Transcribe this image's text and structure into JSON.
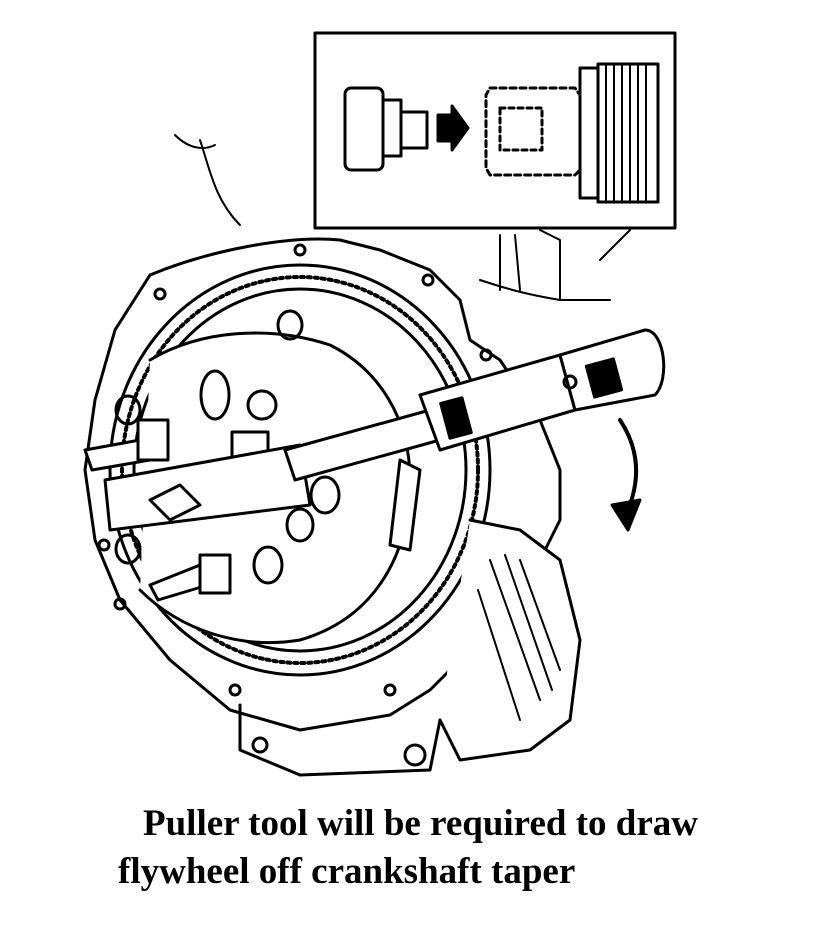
{
  "figure": {
    "description_icon": "flywheel-puller-illustration"
  },
  "caption": {
    "line1": "Puller tool will be required to draw",
    "line2": "flywheel off crankshaft taper"
  }
}
